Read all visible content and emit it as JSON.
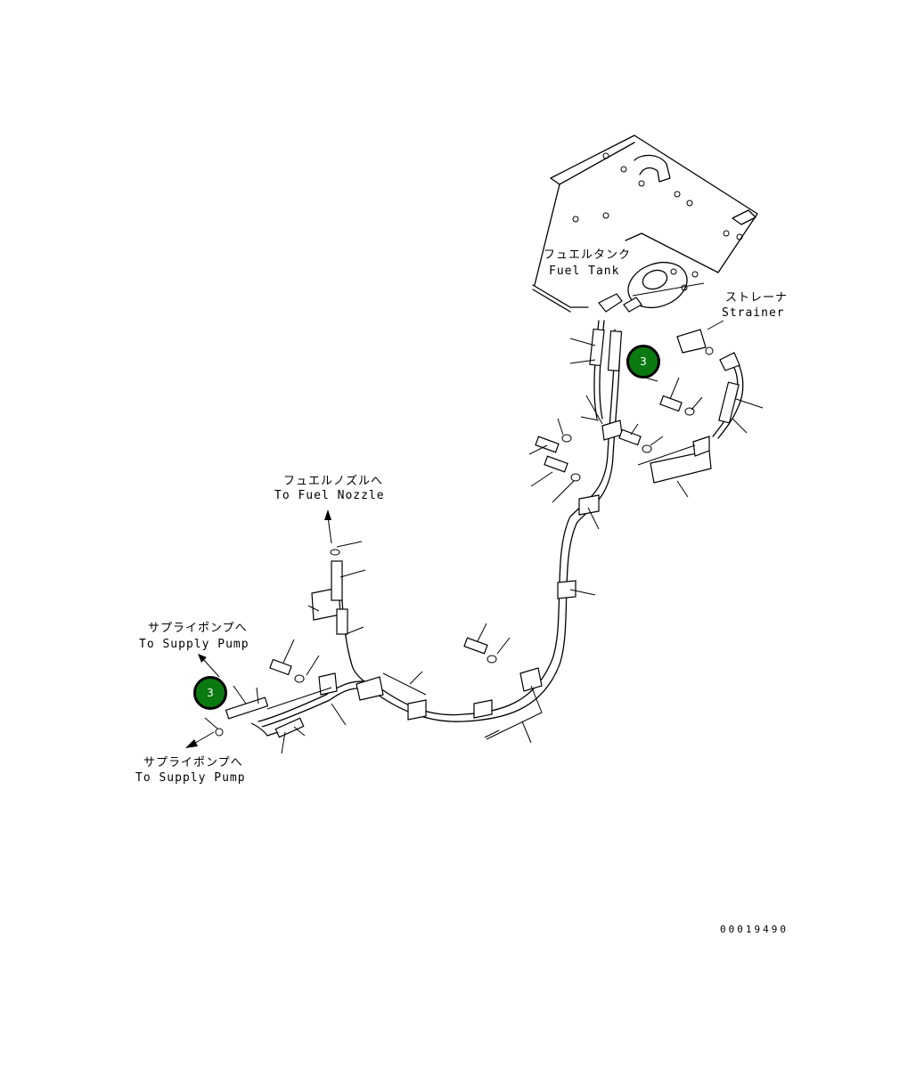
{
  "labels": {
    "fuel_tank_jp": "フュエルタンク",
    "fuel_tank_en": "Fuel Tank",
    "strainer_jp": "ストレーナ",
    "strainer_en": "Strainer",
    "fuel_nozzle_jp": "フュエルノズルへ",
    "fuel_nozzle_en": "To Fuel Nozzle",
    "supply_pump_upper_jp": "サプライポンプへ",
    "supply_pump_upper_en": "To Supply Pump",
    "supply_pump_lower_jp": "サプライポンプへ",
    "supply_pump_lower_en": "To Supply Pump"
  },
  "callouts": [
    {
      "number": "3",
      "color": "#0a7a10"
    },
    {
      "number": "3",
      "color": "#0a7a10"
    }
  ],
  "drawing_number": "00019490"
}
